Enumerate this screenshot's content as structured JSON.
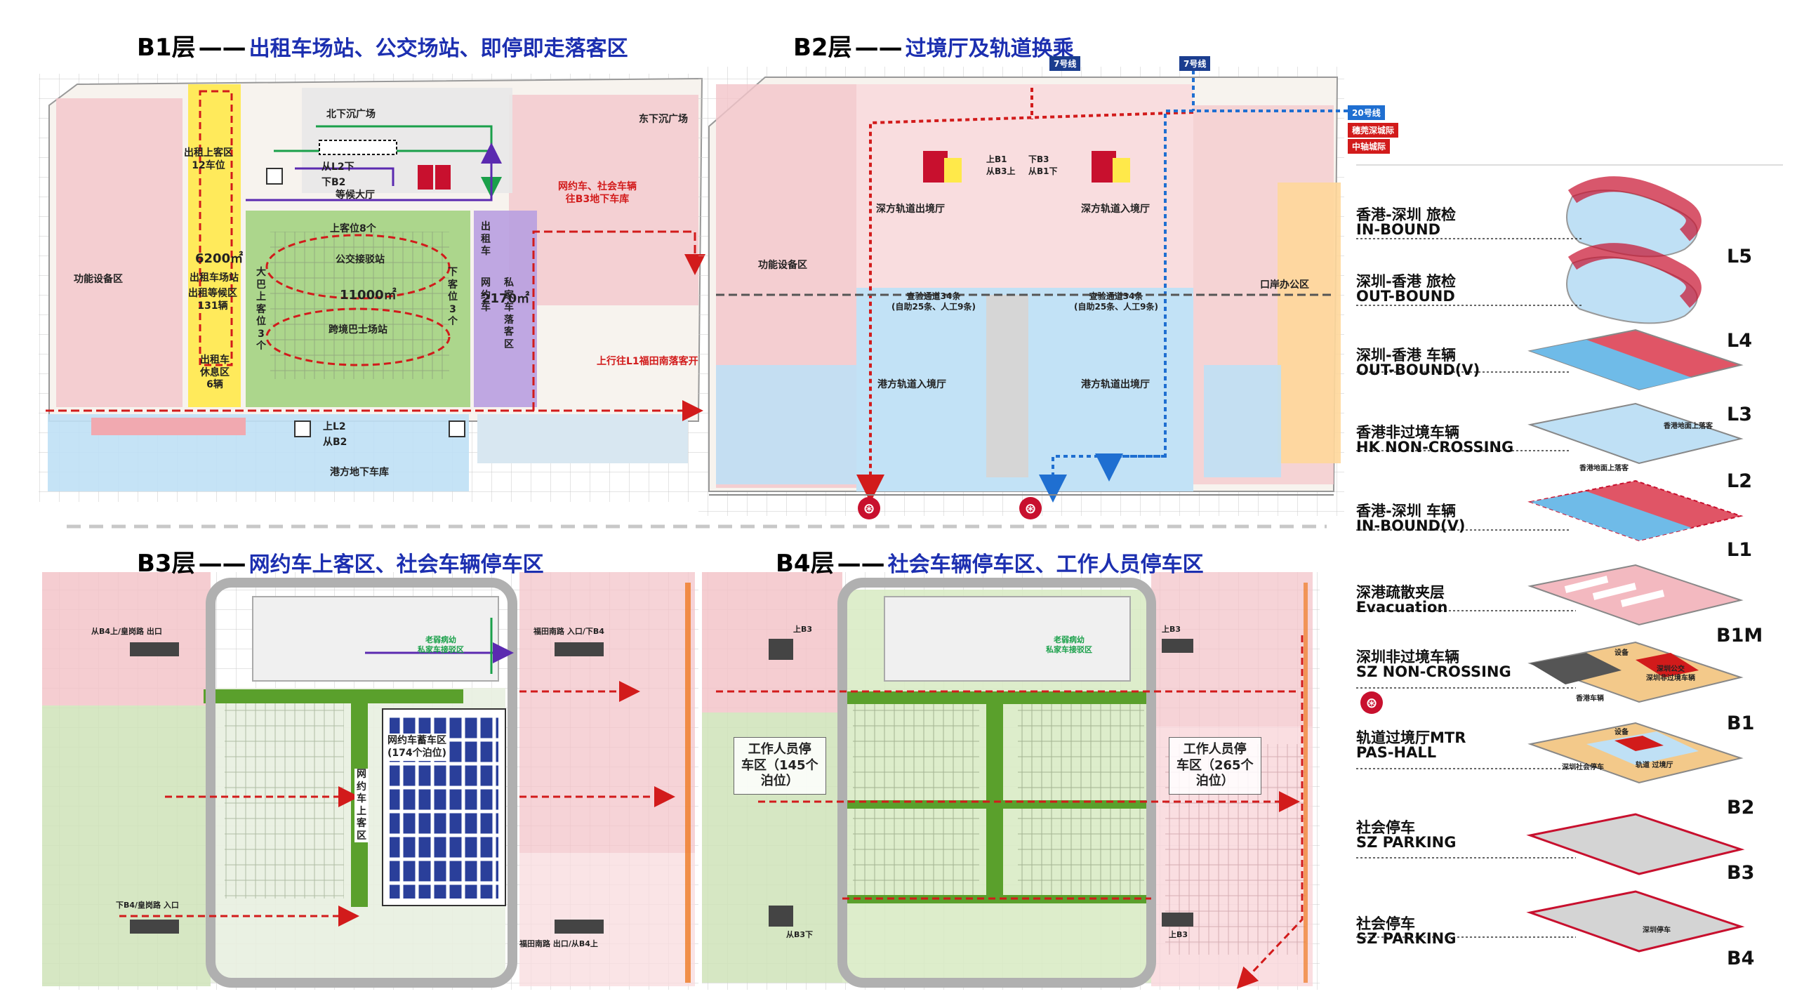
{
  "panels": {
    "b1": {
      "level": "B1层",
      "dash": "——",
      "desc": "出租车场站、公交场站、即停即走落客区"
    },
    "b2": {
      "level": "B2层",
      "dash": "——",
      "desc": "过境厅及轨道换乘"
    },
    "b3": {
      "level": "B3层",
      "dash": "——",
      "desc": "网约车上客区、社会车辆停车区"
    },
    "b4": {
      "level": "B4层",
      "dash": "——",
      "desc": "社会车辆停车区、工作人员停车区"
    }
  },
  "b1_labels": {
    "taxi_pick": "出租上客区\n12车位",
    "taxi_area": "6200㎡",
    "taxi_station": "出租车场站",
    "taxi_wait": "出租等候区\n131辆",
    "taxi_rest": "出租车\n休息区\n6辆",
    "bus_spots": "上客位8个",
    "bus_station": "公交接驳站",
    "bus_area": "11000㎡",
    "cross_bus": "跨境巴士场站",
    "big_bus": "大巴上客位3个",
    "drop_spots": "下客位3个",
    "hall": "等候大厅",
    "north_plaza": "北下沉广场",
    "east_plaza": "东下沉广场",
    "taxi_vert": "出租车",
    "ride_vert": "网约车",
    "private_vert": "私家车落客区",
    "drop_area": "2170㎡",
    "ride_note": "网约车、社会车辆\n往B3地下车库",
    "up_note": "上行往L1福田南落客开",
    "hk_garage": "港方地下车库",
    "from_l2": "从L2下",
    "to_b2": "下B2",
    "up_l2": "上L2",
    "from_b2": "从B2",
    "func_room": "功能设备区"
  },
  "b2_labels": {
    "line7a": "7号线",
    "line7b": "7号线",
    "line20": "20号线",
    "dongguan": "穗莞深城际",
    "zhongzhou": "中轴城际",
    "sz_out": "深方轨道出境厅",
    "sz_in": "深方轨道入境厅",
    "check_l": "查验通道34条\n(自助25条、人工9条)",
    "check_r": "查验通道34条\n(自助25条、人工9条)",
    "hk_in": "港方轨道入境厅",
    "hk_out": "港方轨道出境厅",
    "func_room": "功能设备区",
    "port_office": "口岸办公区",
    "up_b1": "上B1",
    "from_b3": "从B3上",
    "down_b3": "下B3",
    "from_b1": "从B1下"
  },
  "b3_labels": {
    "ride_area": "网约车蓄车区\n(174个泊位)",
    "ride_pick": "网约车上客区",
    "entry_tl": "从B4上/皇岗路 出口",
    "entry_tr": "福田南路 入口/下B4",
    "entry_bl": "下B4/皇岗路 入口",
    "entry_br": "福田南路 出口/从B4上",
    "elder": "老弱病幼\n私家车接驳区"
  },
  "b4_labels": {
    "staff_l": "工作人员停\n车区（145个\n泊位）",
    "staff_r": "工作人员停\n车区（265个\n泊位）",
    "up_b3_l": "上B3",
    "up_b3_r": "上B3",
    "from_b3_l": "从B3下",
    "from_b3_r": "上B3",
    "elder": "老弱病幼\n私家车接驳区"
  },
  "legend": [
    {
      "zh": "香港-深圳 旅检",
      "en": "IN-BOUND",
      "level": "L5"
    },
    {
      "zh": "深圳-香港 旅检",
      "en": "OUT-BOUND",
      "level": "L4"
    },
    {
      "zh": "深圳-香港 车辆",
      "en": "OUT-BOUND(V)",
      "level": "L3"
    },
    {
      "zh": "香港非过境车辆",
      "en": "HK NON-CROSSING",
      "level": "L2"
    },
    {
      "zh": "香港-深圳 车辆",
      "en": "IN-BOUND(V)",
      "level": "L1"
    },
    {
      "zh": "深港疏散夹层",
      "en": "Evacuation",
      "level": "B1M"
    },
    {
      "zh": "深圳非过境车辆",
      "en": "SZ NON-CROSSING",
      "level": "B1"
    },
    {
      "zh": "轨道过境厅MTR",
      "en": "PAS-HALL",
      "level": "B2"
    },
    {
      "zh": "社会停车",
      "en": "SZ PARKING",
      "level": "B3"
    },
    {
      "zh": "社会停车",
      "en": "SZ PARKING",
      "level": "B4"
    }
  ],
  "stack_labels": {
    "hk_ground_a": "香港地面上落客",
    "hk_ground_b": "香港地面上落客",
    "sz_bus": "深圳公交\n深圳非过境车辆",
    "hk_car": "香港车辆",
    "equip_a": "设备",
    "equip_b": "设备",
    "rail_hall": "轨道 过境厅",
    "sz_parking_a": "深圳社会停车",
    "sz_parking_b": "深圳停车"
  },
  "mtr_symbol": "⊛",
  "colors": {
    "title_blue": "#1c2fb0",
    "red_flow": "#d21b1b",
    "blue_flow": "#1f6fd1",
    "green_zone": "#9fd07a",
    "yellow_zone": "#ffe94a",
    "purple_zone": "#9b7fd4",
    "pink_zone": "#f3c4c9",
    "light_blue_zone": "#bfe0f5"
  }
}
